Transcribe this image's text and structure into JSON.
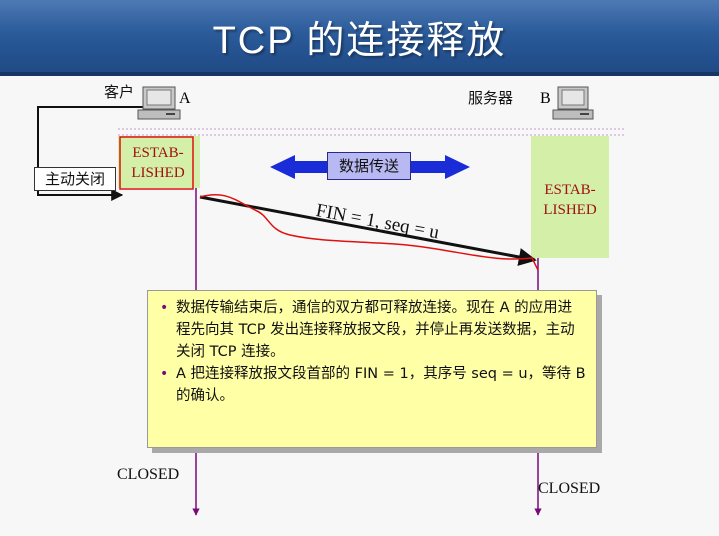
{
  "title": "TCP 的连接释放",
  "client": {
    "label": "客户",
    "letter": "A",
    "state": "ESTAB-\nLISHED",
    "active_close": "主动关闭",
    "closed": "CLOSED"
  },
  "server": {
    "label": "服务器",
    "letter": "B",
    "state": "ESTAB-\nLISHED",
    "closed": "CLOSED"
  },
  "data_transfer": "数据传送",
  "segment": "FIN = 1, seq = u",
  "notes": [
    "数据传输结束后，通信的双方都可释放连接。现在 A 的应用进程先向其 TCP 发出连接释放报文段，并停止再发送数据，主动关闭 TCP 连接。",
    "A 把连接释放报文段首部的 FIN = 1，其序号 seq = u，等待 B 的确认。"
  ],
  "colors": {
    "header": "#2b5b9a",
    "state_box": "#d4f0a8",
    "state_text": "#a01010",
    "timeline": "#7a0a7a",
    "arrow_blue": "#1a2bd8",
    "note_bg": "#ffffa6",
    "annotation_red": "#e01010"
  }
}
